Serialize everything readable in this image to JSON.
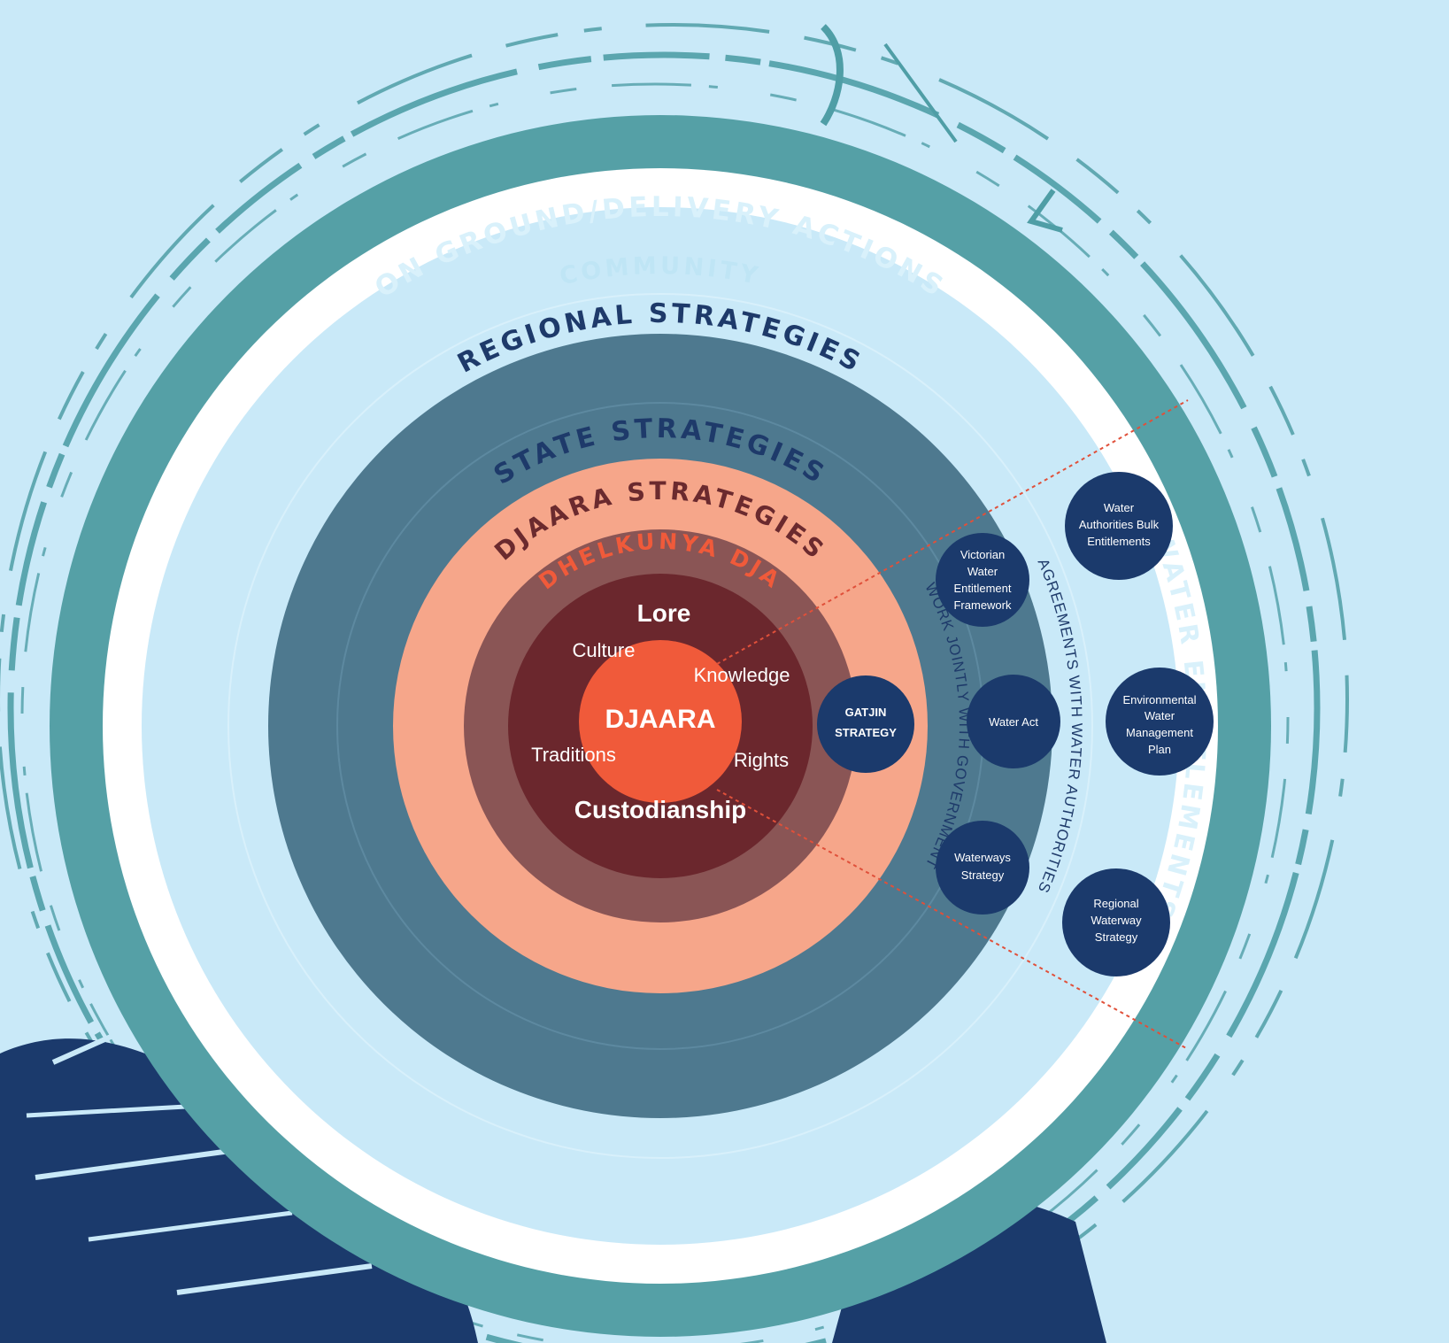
{
  "rings": {
    "outer": "ON GROUND/DELIVERY ACTIONS",
    "community": "COMMUNITY",
    "regional": "REGIONAL STRATEGIES",
    "state": "STATE STRATEGIES",
    "djaara_strategies": "DJAARA STRATEGIES",
    "dhelkunya": "DHELKUNYA DJA",
    "water_entitlements": "WATER ENTITLEMENTS",
    "work_jointly": "WORK JOINTLY WITH GOVERNMENT",
    "agreements": "AGREEMENTS WITH WATER AUTHORITIES"
  },
  "core": {
    "center": "DJAARA",
    "lore": "Lore",
    "culture": "Culture",
    "knowledge": "Knowledge",
    "traditions": "Traditions",
    "rights": "Rights",
    "custodianship": "Custodianship"
  },
  "bubbles": {
    "gatjin": [
      "GATJIN",
      "STRATEGY"
    ],
    "victorian_water": [
      "Victorian",
      "Water",
      "Entitlement",
      "Framework"
    ],
    "water_act": [
      "Water Act"
    ],
    "waterways_strategy": [
      "Waterways",
      "Strategy"
    ],
    "water_authorities": [
      "Water",
      "Authorities Bulk",
      "Entitlements"
    ],
    "environmental_water": [
      "Environmental",
      "Water",
      "Management",
      "Plan"
    ],
    "regional_waterway": [
      "Regional",
      "Waterway",
      "Strategy"
    ]
  },
  "colors": {
    "background": "#c9e9f8",
    "outer_ring": "#55a0a6",
    "white_ring": "#ffffff",
    "light_blue": "#c9e9f8",
    "state": "#4e798f",
    "salmon": "#f6a68a",
    "mauve": "#8a5555",
    "maroon": "#6b272d",
    "core": "#f05a3a",
    "navy": "#1b3a6c"
  }
}
